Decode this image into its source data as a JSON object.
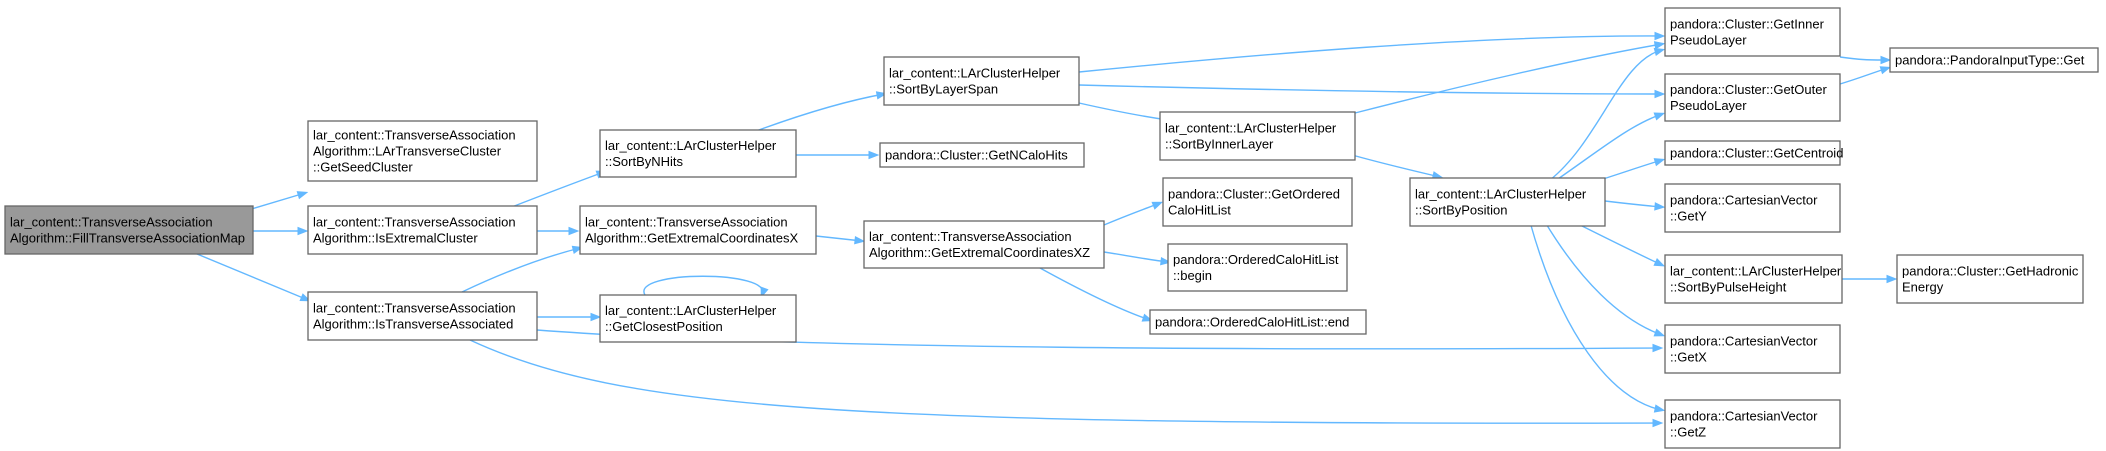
{
  "graph": {
    "colors": {
      "edge": "#63b8ff",
      "root_fill": "#999999",
      "node_fill": "#ffffff",
      "node_border": "#666666"
    },
    "nodes": [
      {
        "id": "n0",
        "lines": [
          "lar_content::TransverseAssociation",
          "Algorithm::FillTransverseAssociationMap"
        ],
        "root": true
      },
      {
        "id": "n1",
        "lines": [
          "lar_content::TransverseAssociation",
          "Algorithm::LArTransverseCluster",
          "::GetSeedCluster"
        ]
      },
      {
        "id": "n2",
        "lines": [
          "lar_content::TransverseAssociation",
          "Algorithm::IsExtremalCluster"
        ]
      },
      {
        "id": "n3",
        "lines": [
          "lar_content::TransverseAssociation",
          "Algorithm::IsTransverseAssociated"
        ]
      },
      {
        "id": "n4",
        "lines": [
          "lar_content::LArClusterHelper",
          "::SortByNHits"
        ]
      },
      {
        "id": "n5",
        "lines": [
          "lar_content::TransverseAssociation",
          "Algorithm::GetExtremalCoordinatesX"
        ]
      },
      {
        "id": "n6",
        "lines": [
          "lar_content::LArClusterHelper",
          "::GetClosestPosition"
        ]
      },
      {
        "id": "n7",
        "lines": [
          "lar_content::LArClusterHelper",
          "::SortByLayerSpan"
        ]
      },
      {
        "id": "n8",
        "lines": [
          "pandora::Cluster::GetNCaloHits"
        ]
      },
      {
        "id": "n9",
        "lines": [
          "lar_content::TransverseAssociation",
          "Algorithm::GetExtremalCoordinatesXZ"
        ]
      },
      {
        "id": "n10",
        "lines": [
          "lar_content::LArClusterHelper",
          "::SortByInnerLayer"
        ]
      },
      {
        "id": "n11",
        "lines": [
          "pandora::Cluster::GetOrdered",
          "CaloHitList"
        ]
      },
      {
        "id": "n12",
        "lines": [
          "pandora::OrderedCaloHitList",
          "::begin"
        ]
      },
      {
        "id": "n13",
        "lines": [
          "pandora::OrderedCaloHitList::end"
        ]
      },
      {
        "id": "n14",
        "lines": [
          "lar_content::LArClusterHelper",
          "::SortByPosition"
        ]
      },
      {
        "id": "n15",
        "lines": [
          "pandora::Cluster::GetInner",
          "PseudoLayer"
        ]
      },
      {
        "id": "n16",
        "lines": [
          "pandora::Cluster::GetOuter",
          "PseudoLayer"
        ]
      },
      {
        "id": "n17",
        "lines": [
          "pandora::Cluster::GetCentroid"
        ]
      },
      {
        "id": "n18",
        "lines": [
          "pandora::CartesianVector",
          "::GetY"
        ]
      },
      {
        "id": "n19",
        "lines": [
          "lar_content::LArClusterHelper",
          "::SortByPulseHeight"
        ]
      },
      {
        "id": "n20",
        "lines": [
          "pandora::CartesianVector",
          "::GetX"
        ]
      },
      {
        "id": "n21",
        "lines": [
          "pandora::CartesianVector",
          "::GetZ"
        ]
      },
      {
        "id": "n22",
        "lines": [
          "pandora::PandoraInputType::Get"
        ]
      },
      {
        "id": "n23",
        "lines": [
          "pandora::Cluster::GetHadronic",
          "Energy"
        ]
      }
    ],
    "edges": [
      [
        "n0",
        "n1"
      ],
      [
        "n0",
        "n2"
      ],
      [
        "n0",
        "n3"
      ],
      [
        "n2",
        "n4"
      ],
      [
        "n2",
        "n5"
      ],
      [
        "n3",
        "n5"
      ],
      [
        "n3",
        "n6"
      ],
      [
        "n3",
        "n20"
      ],
      [
        "n3",
        "n21"
      ],
      [
        "n4",
        "n7"
      ],
      [
        "n4",
        "n8"
      ],
      [
        "n5",
        "n9"
      ],
      [
        "n6",
        "n6"
      ],
      [
        "n7",
        "n10"
      ],
      [
        "n7",
        "n15"
      ],
      [
        "n7",
        "n16"
      ],
      [
        "n9",
        "n11"
      ],
      [
        "n9",
        "n12"
      ],
      [
        "n9",
        "n13"
      ],
      [
        "n10",
        "n14"
      ],
      [
        "n10",
        "n15"
      ],
      [
        "n14",
        "n15"
      ],
      [
        "n14",
        "n16"
      ],
      [
        "n14",
        "n17"
      ],
      [
        "n14",
        "n18"
      ],
      [
        "n14",
        "n19"
      ],
      [
        "n14",
        "n20"
      ],
      [
        "n14",
        "n21"
      ],
      [
        "n15",
        "n22"
      ],
      [
        "n16",
        "n22"
      ],
      [
        "n19",
        "n23"
      ]
    ]
  }
}
